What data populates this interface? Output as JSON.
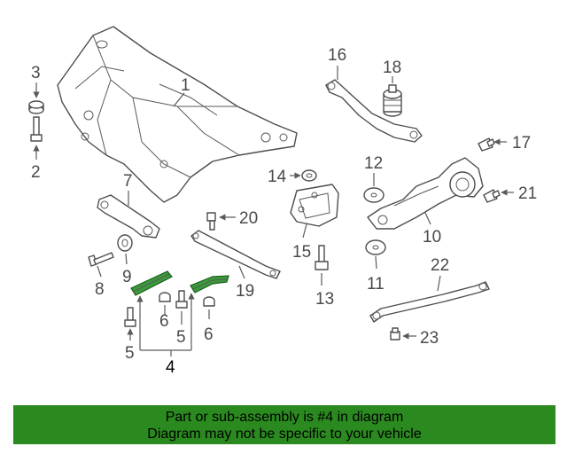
{
  "callouts": {
    "c1": "1",
    "c2": "2",
    "c3": "3",
    "c4": "4",
    "c5a": "5",
    "c5b": "5",
    "c6a": "6",
    "c6b": "6",
    "c7": "7",
    "c8": "8",
    "c9": "9",
    "c10": "10",
    "c11": "11",
    "c12": "12",
    "c13": "13",
    "c14": "14",
    "c15": "15",
    "c16": "16",
    "c17": "17",
    "c18": "18",
    "c19": "19",
    "c20": "20",
    "c21": "21",
    "c22": "22",
    "c23": "23"
  },
  "highlight_color": "#3a9a3a",
  "banner": {
    "background": "#2b8a1f",
    "line1": "Part or sub-assembly is #4 in diagram",
    "line2": "Diagram may not be specific to your vehicle"
  }
}
